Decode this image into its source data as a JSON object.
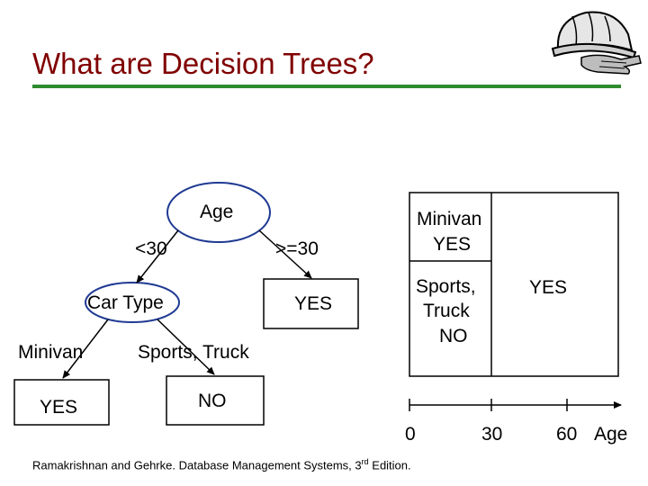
{
  "slide": {
    "title": "What are Decision Trees?",
    "footer": {
      "text": "Ramakrishnan and Gehrke. Database Management Systems, 3",
      "superscript": "rd",
      "suffix": " Edition."
    }
  },
  "tree": {
    "root": "Age",
    "edge_left": "<30",
    "edge_right": ">=30",
    "left_child": "Car Type",
    "right_leaf": "YES",
    "left_left_edge": "Minivan",
    "left_right_edge": "Sports, Truck",
    "left_left_leaf": "YES",
    "left_right_leaf": "NO"
  },
  "partition": {
    "region_minivan_line1": "Minivan",
    "region_minivan_line2": "YES",
    "region_sports_line1": "Sports,",
    "region_sports_line2": "Truck",
    "region_sports_line3": "NO",
    "region_right": "YES",
    "axis_ticks": [
      "0",
      "30",
      "60"
    ],
    "axis_label": "Age"
  },
  "colors": {
    "title": "#800000",
    "title_rule": "#2e8b2e",
    "node_outline": "#1f3a93"
  },
  "icons": {
    "logo": "hard-hat-and-gloves-icon"
  }
}
